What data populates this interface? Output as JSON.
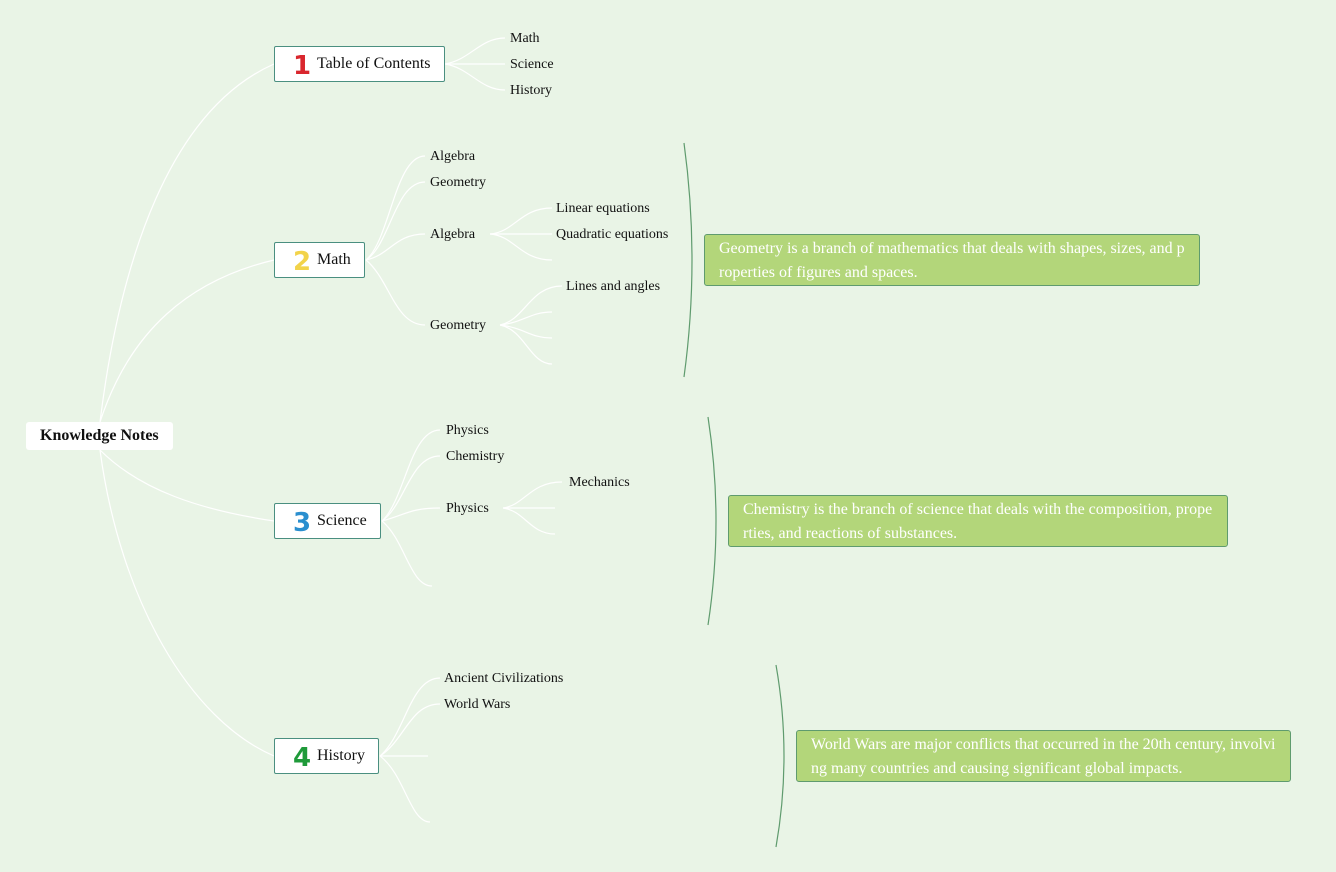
{
  "root": {
    "label": "Knowledge Notes"
  },
  "topics": [
    {
      "num": "1",
      "label": "Table of Contents",
      "color": "#d9272e",
      "children": [
        "Math",
        "Science",
        "History"
      ]
    },
    {
      "num": "2",
      "label": "Math",
      "color": "#f2d34a",
      "children": [
        "Algebra",
        "Geometry",
        "Algebra",
        "Linear equations",
        "Quadratic equations",
        "Geometry",
        "Lines and angles"
      ],
      "note": "Geometry is a branch of mathematics that deals with shapes, sizes, and properties of figures and spaces."
    },
    {
      "num": "3",
      "label": "Science",
      "color": "#2a8fcf",
      "children": [
        "Physics",
        "Chemistry",
        "Physics",
        "Mechanics"
      ],
      "note": "Chemistry is the branch of science that deals with the composition, properties, and reactions of substances."
    },
    {
      "num": "4",
      "label": "History",
      "color": "#1f9a3a",
      "children": [
        "Ancient Civilizations",
        "World Wars"
      ],
      "note": "World Wars are major conflicts that occurred in the 20th century, involving many countries and causing significant global impacts."
    }
  ],
  "colors": {
    "background": "#e9f4e6",
    "note_fill": "#b3d67a",
    "note_border": "#5f9b6e",
    "topic_border": "#4a8f80",
    "connector": "#ffffff",
    "brace": "#5f9b6e"
  }
}
